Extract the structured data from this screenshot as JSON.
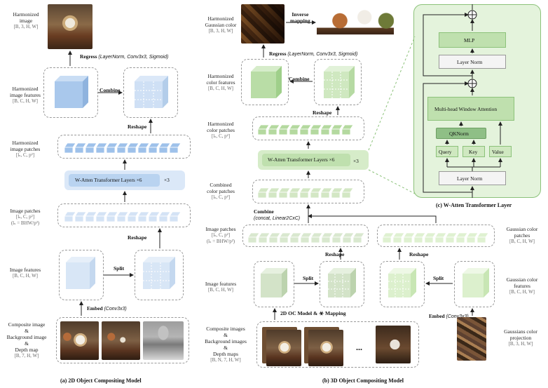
{
  "panel_a": {
    "caption": "(a) 2D Object Compositing Model",
    "harmonized_image": {
      "title": "Harmonized\nimage",
      "shape": "[B, 3, H, W]"
    },
    "regress": {
      "label": "Regress",
      "args": "(LayerNorm, Conv3x3, Sigmoid)"
    },
    "harmonized_features": {
      "title": "Harmonized\nimage features",
      "shape": "[B, C, H, W]"
    },
    "combine": "Combine",
    "reshape_top": "Reshape",
    "harmonized_patches": {
      "title": "Harmonized\nimage patches",
      "shape": "[lₛ, C, p²]"
    },
    "transformer": {
      "label": "W-Atten Transformer Layers ×6",
      "times": "×3"
    },
    "image_patches": {
      "title": "Image patches",
      "shape": "[lₛ, C, p²]",
      "shape2": "(lₛ = BHW/p²)"
    },
    "reshape_bottom": "Reshape",
    "image_features": {
      "title": "Image features",
      "shape": "[B, C, H, W]"
    },
    "split": "Split",
    "embed": {
      "label": "Embed",
      "args": "(Conv3x3)"
    },
    "composite": {
      "title": "Composite image\n&\nBackground image\n&\nDepth map",
      "shape": "[B, 7, H, W]"
    }
  },
  "panel_b": {
    "caption": "(b) 3D Object Compositing Model",
    "harmonized_gaussian": {
      "title": "Harmonized\nGaussian color",
      "shape": "[B, 3, H, W]"
    },
    "inverse_mapping": "Inverse\nmapping",
    "regress": {
      "label": "Regress",
      "args": "(LayerNorm, Conv3x3, Sigmoid)"
    },
    "harmonized_color_features": {
      "title": "Harmonized\ncolor features",
      "shape": "[B, C, H, W]"
    },
    "combine_top": "Combine",
    "reshape_top": "Reshape",
    "harmonized_color_patches": {
      "title": "Harmonized\ncolor patches",
      "shape": "[lₛ, C, p²]"
    },
    "transformer": {
      "label": "W-Atten Transformer Layers ×6",
      "times": "×3"
    },
    "combined_color_patches": {
      "title": "Combined\ncolor patches",
      "shape": "[lₛ, C, p²]"
    },
    "combine_mid": {
      "label": "Combine",
      "args": "(concat, Linear2CxC)"
    },
    "image_patches": {
      "title": "Image patches",
      "shape": "[lₛ, C, p²]",
      "shape2": "(lₛ = BHW/p²)"
    },
    "gaussian_color_patches": {
      "title": "Gaussian color\npatches",
      "shape": "[B, C, H, W]"
    },
    "reshape_left": "Reshape",
    "reshape_right": "Reshape",
    "image_features": {
      "title": "Image features",
      "shape": "[B, C, H, W]"
    },
    "split_left": "Split",
    "split_right": "Split",
    "gaussian_color_features": {
      "title": "Gaussian color\nfeatures",
      "shape": "[B, C, H, W]"
    },
    "oc_mapping": "2D OC Model & ☣ Mapping",
    "embed": {
      "label": "Embed",
      "args": "(Conv3x3)"
    },
    "composite": {
      "title": "Composite images\n&\nBackground images\n&\nDepth maps",
      "shape": "[B, N, 7, H, W]"
    },
    "ellipsis": "...",
    "gaussian_projection": {
      "title": "Gaussians color\nprojection",
      "shape": "[B, 3, H, W]"
    }
  },
  "panel_c": {
    "caption": "(c) W-Atten Transformer Layer",
    "mlp": "MLP",
    "layer_norm_top": "Layer Norm",
    "mhwa": "Multi-head Window Attention",
    "qknorm": "QKNorm",
    "query": "Query",
    "key": "Key",
    "value": "Value",
    "layer_norm_bottom": "Layer Norm"
  },
  "colors": {
    "blue_face": "#a9c8ec",
    "blue_light": "#dbe8f8",
    "green_face": "#c4e2b8",
    "green_light": "#e2f2d9",
    "green_panel": "#e4f3dc",
    "green_border": "#8cc27a",
    "green_box": "#bfe0ae"
  }
}
